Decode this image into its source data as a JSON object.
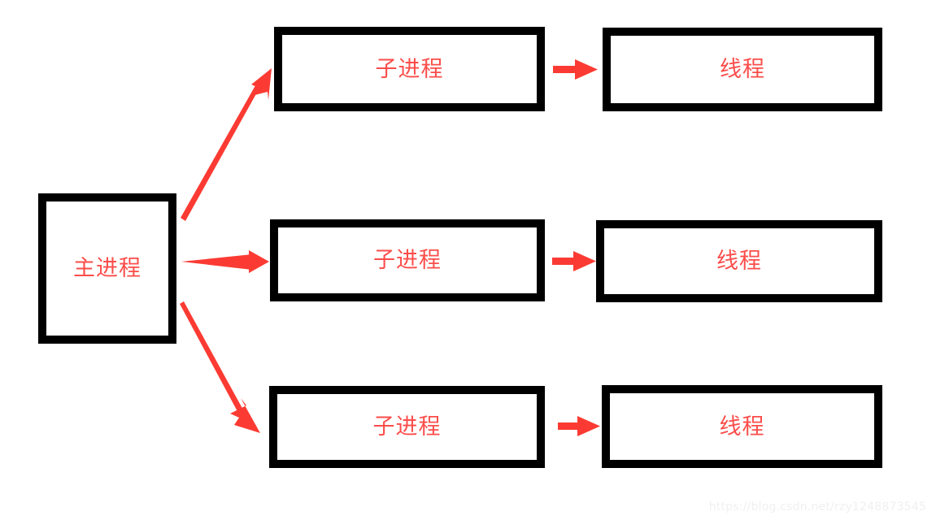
{
  "diagram": {
    "title": "process-thread-relationship-diagram",
    "background_color": "#ffffff",
    "node_border_color": "#000000",
    "label_color": "#fb4d4a",
    "arrow_color": "#fb3b33",
    "nodes": [
      {
        "id": "main",
        "label": "主进程",
        "role": "main-process"
      },
      {
        "id": "child-1",
        "label": "子进程",
        "role": "child-process"
      },
      {
        "id": "child-2",
        "label": "子进程",
        "role": "child-process"
      },
      {
        "id": "child-3",
        "label": "子进程",
        "role": "child-process"
      },
      {
        "id": "thread-1",
        "label": "线程",
        "role": "thread"
      },
      {
        "id": "thread-2",
        "label": "线程",
        "role": "thread"
      },
      {
        "id": "thread-3",
        "label": "线程",
        "role": "thread"
      }
    ],
    "edges": [
      {
        "id": "main-to-child-1",
        "from": "main",
        "to": "child-1",
        "style": "diagonal-up"
      },
      {
        "id": "main-to-child-2",
        "from": "main",
        "to": "child-2",
        "style": "horizontal"
      },
      {
        "id": "main-to-child-3",
        "from": "main",
        "to": "child-3",
        "style": "diagonal-down"
      },
      {
        "id": "child-1-to-thread-1",
        "from": "child-1",
        "to": "thread-1",
        "style": "horizontal-short"
      },
      {
        "id": "child-2-to-thread-2",
        "from": "child-2",
        "to": "thread-2",
        "style": "horizontal-short"
      },
      {
        "id": "child-3-to-thread-3",
        "from": "child-3",
        "to": "thread-3",
        "style": "horizontal-short"
      }
    ]
  },
  "watermark": {
    "text": "https://blog.csdn.net/rzy1248873545"
  }
}
